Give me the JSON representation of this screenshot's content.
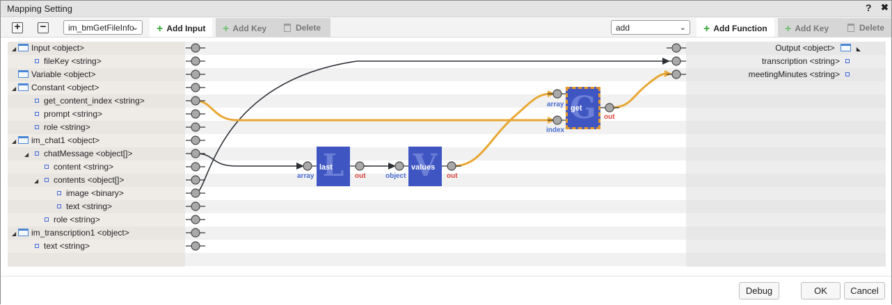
{
  "dialog": {
    "title": "Mapping Setting",
    "help": "?",
    "close": "✖"
  },
  "toolbar": {
    "expand": "+",
    "collapse": "−",
    "source_select": "im_bmGetFileInfo",
    "add_input": "Add Input",
    "add_key_left": "Add Key",
    "delete_left": "Delete",
    "function_select": "add",
    "add_function": "Add Function",
    "add_key_right": "Add Key",
    "delete_right": "Delete"
  },
  "input_tree": [
    {
      "name": "Input <object>",
      "type": "object",
      "level": 0,
      "expand": true
    },
    {
      "name": "fileKey <string>",
      "type": "string",
      "level": 1
    },
    {
      "name": "Variable <object>",
      "type": "object",
      "level": 0
    },
    {
      "name": "Constant <object>",
      "type": "object",
      "level": 0,
      "expand": true
    },
    {
      "name": "get_content_index <string>",
      "type": "string",
      "level": 1
    },
    {
      "name": "prompt <string>",
      "type": "string",
      "level": 1
    },
    {
      "name": "role <string>",
      "type": "string",
      "level": 1
    },
    {
      "name": "im_chat1 <object>",
      "type": "object",
      "level": 0,
      "expand": true
    },
    {
      "name": "chatMessage <object[]>",
      "type": "string",
      "level": 1,
      "expand": true
    },
    {
      "name": "content <string>",
      "type": "string",
      "level": 2
    },
    {
      "name": "contents <object[]>",
      "type": "string",
      "level": 2,
      "expand": true
    },
    {
      "name": "image <binary>",
      "type": "string",
      "level": 3
    },
    {
      "name": "text <string>",
      "type": "string",
      "level": 3
    },
    {
      "name": "role <string>",
      "type": "string",
      "level": 2
    },
    {
      "name": "im_transcription1 <object>",
      "type": "object",
      "level": 0,
      "expand": true
    },
    {
      "name": "text <string>",
      "type": "string",
      "level": 1
    }
  ],
  "output_tree": [
    {
      "name": "Output <object>",
      "type": "object"
    },
    {
      "name": "transcription <string>",
      "type": "string"
    },
    {
      "name": "meetingMinutes <string>",
      "type": "string"
    }
  ],
  "functions": {
    "last": {
      "name": "last",
      "glyph": "L",
      "in": "array",
      "out": "out"
    },
    "values": {
      "name": "values",
      "glyph": "V",
      "in": "object",
      "out": "out"
    },
    "get": {
      "name": "get",
      "glyph": "G",
      "in1": "array",
      "in2": "index",
      "out": "out"
    }
  },
  "colors": {
    "link_selected": "#e8a733",
    "link_normal": "#2c2f36",
    "function_box": "#3f55c2",
    "port": "#a9a9a9"
  },
  "footer": {
    "debug": "Debug",
    "ok": "OK",
    "cancel": "Cancel"
  }
}
